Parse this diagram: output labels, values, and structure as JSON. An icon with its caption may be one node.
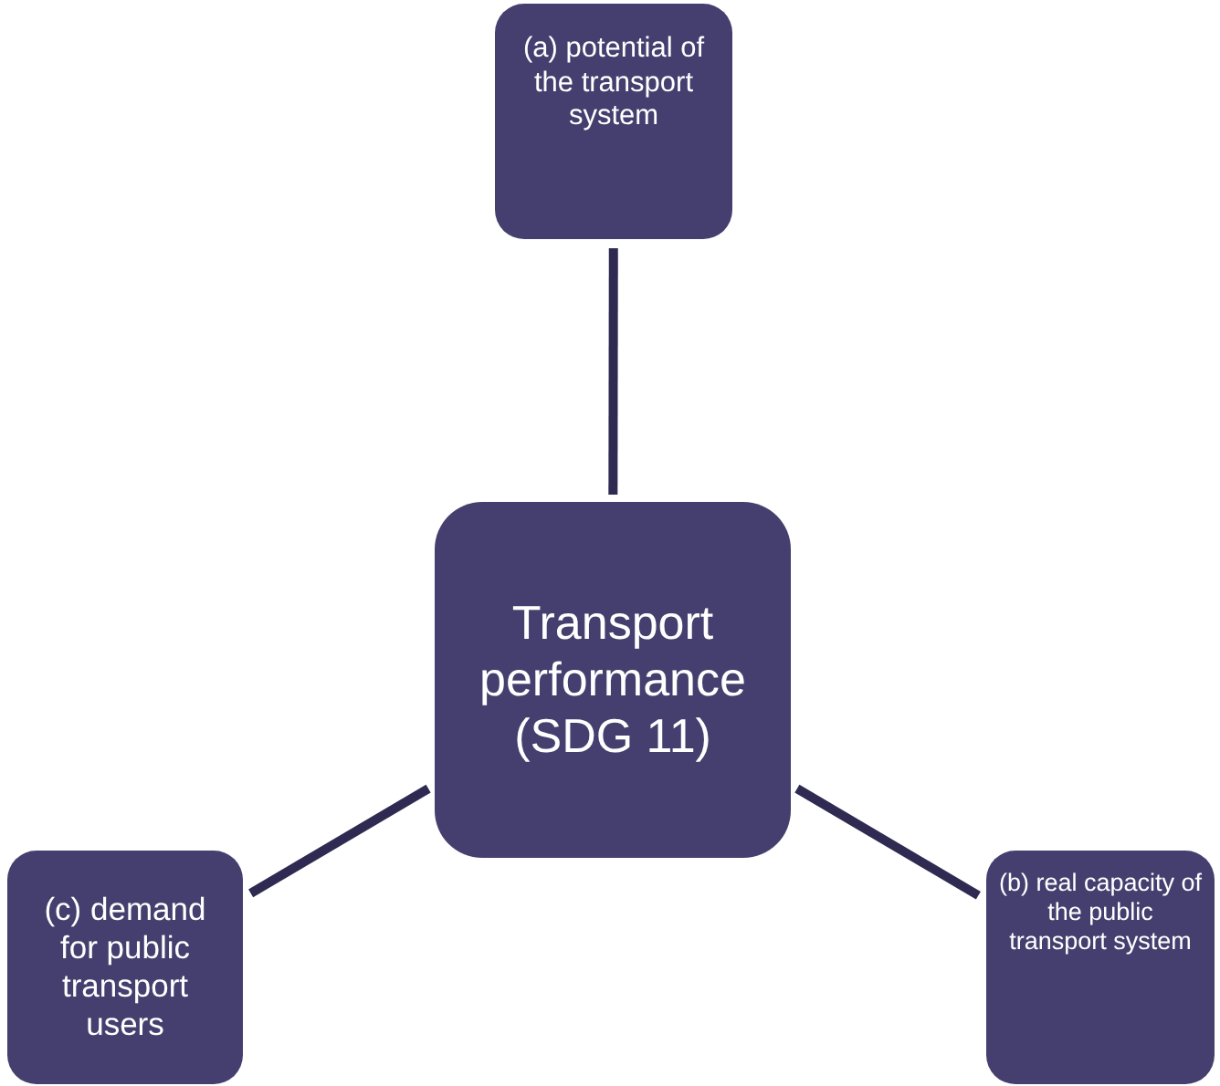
{
  "diagram": {
    "nodes": [
      {
        "text": [
          "(a) potential of the transport system"
        ]
      },
      {
        "text": [
          "Transport performance (SDG 11)"
        ]
      },
      {
        "text": [
          "(c) demand for public transport users"
        ]
      },
      {
        "text": [
          "(b) real capacity of the public transport system"
        ]
      }
    ],
    "edges": [
      {
        "from": 1,
        "to": 0,
        "arrow": "none"
      },
      {
        "from": 1,
        "to": 2,
        "arrow": "none"
      },
      {
        "from": 1,
        "to": 3,
        "arrow": "none"
      }
    ]
  }
}
